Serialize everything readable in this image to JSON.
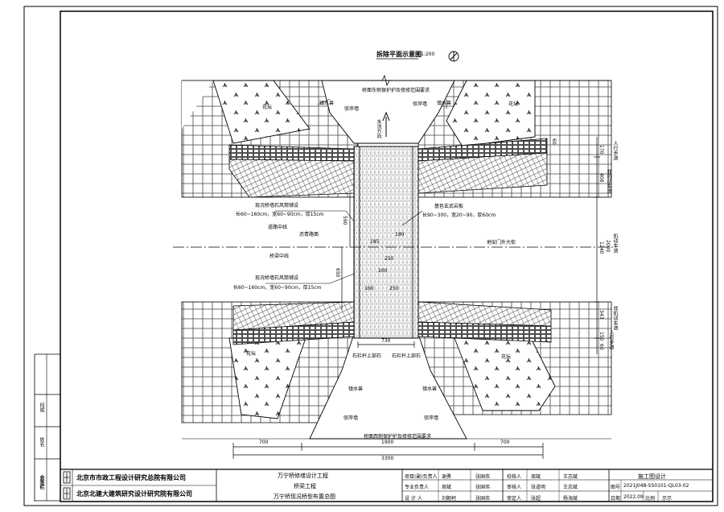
{
  "drawing": {
    "title": "拆除平面示意图",
    "scale": "1:200",
    "north_label": "北",
    "labels": {
      "top_edge": "桥面东侧保护护及修修范围要求",
      "bottom_edge": "桥面西侧保护护及修修范围要求",
      "road_center": "地安门外大街",
      "water_flow": "水流方向",
      "road_center_left": "道路中线",
      "bridge_center": "桥梁中线",
      "asphalt": "沥青路面",
      "stone_left_top": "现况桥墙石风筒铺设",
      "stone_left_top_dim": "长60~160cm，宽60~90cm，厚15cm",
      "stone_left_bot": "现况桥墙石风筒铺设",
      "stone_left_bot_dim": "长60~160cm，宽60~90cm，厚15cm",
      "flagstone": "基色玄武岩板",
      "flagstone_dim": "长90~300，宽20~90，厚60cm",
      "garden_1": "花坛",
      "garden_2": "花坛",
      "garden_3": "花坛",
      "garden_4": "花坛",
      "drain_1": "镇水兽",
      "drain_2": "镇水兽",
      "drain_3": "镇水兽",
      "drain_4": "镇水兽",
      "wall_1": "驳岸墙",
      "wall_2": "驳岸墙",
      "wall_3": "驳岸墙",
      "wall_4": "驳岸墙",
      "rail_1": "石栏杆上部石",
      "rail_2": "石栏杆上部石",
      "right_1": "非机动车道",
      "right_2": "人行步道",
      "right_3": "机动车道",
      "right_4": "非机动车道",
      "right_5": "人行步道"
    },
    "dims": {
      "bottom_left": "700",
      "bottom_mid": "1900",
      "bottom_right": "700",
      "bottom_total": "3300",
      "bridge_width": "730",
      "left_upper": "590",
      "left_lower": "650",
      "right_170": "170",
      "right_408": "408",
      "right_1240": "1240",
      "right_343": "343",
      "right_150": "150",
      "right_60a": "60",
      "right_60b": "60",
      "right_2000": "2000",
      "slope_1": "180",
      "slope_2": "185",
      "slope_3": "250",
      "slope_4": "200",
      "slope_5": "160",
      "slope_6": "250"
    }
  },
  "title_block": {
    "company_1": "北京市市政工程设计研究总院有限公司",
    "company_2": "北京北建大建筑研究设计研究院有限公司",
    "project_1": "万宁桥修缮设计工程",
    "project_2": "桥梁工程",
    "project_3": "万宁桥现况桥型布置总图",
    "r1_a": "项目(副)负责人",
    "r1_b": "谢勇",
    "r1_c": "张国伟",
    "r2_a": "专业负责人",
    "r2_b": "周斌",
    "r2_c": "张国伟",
    "r3_a": "设 计 人",
    "r3_b": "刘朝柯",
    "r3_c": "张国伟",
    "r1_d": "校核人",
    "r1_e": "周斌",
    "r1_f": "王志斌",
    "r2_d": "审核人",
    "r2_e": "张道明",
    "r2_f": "王志斌",
    "r3_d": "审定人",
    "r3_e": "张超",
    "r3_f": "杨海斌",
    "stage": "施工图设计",
    "drawing_no_label": "图号",
    "drawing_no": "2021J048-SS0101-QL03-02",
    "date_label": "日期",
    "date": "2022.09",
    "scale_label": "比例",
    "scale": "示示",
    "side_1": "何斌",
    "side_2": "姓名",
    "side_3": "会签栏"
  }
}
